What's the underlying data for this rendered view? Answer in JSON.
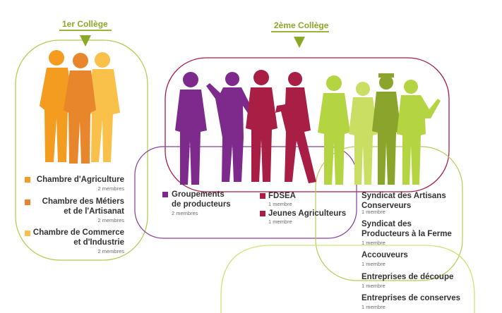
{
  "colleges": [
    {
      "label": "1er Collège"
    },
    {
      "label": "2ème Collège"
    }
  ],
  "colors": {
    "college_accent": "#9ab43a",
    "orange_light": "#f9b233",
    "orange_mid": "#e7862b",
    "orange_dark": "#f39c1f",
    "purple": "#7d2a8c",
    "crimson": "#a81e45",
    "lime": "#b5d441",
    "olive": "#8ba52c"
  },
  "college1_members": [
    {
      "name": "Chambre d'Agriculture",
      "count": "2 membres",
      "color": "#f39c1f"
    },
    {
      "name": "Chambre des Métiers\net de l'Artisanat",
      "count": "2 membres",
      "color": "#e7862b"
    },
    {
      "name": "Chambre de Commerce\net d'Industrie",
      "count": "2 membres",
      "color": "#f9c04a"
    }
  ],
  "college2_members": [
    {
      "name": "Groupements\nde producteurs",
      "count": "2 membres",
      "color": "#7d2a8c"
    },
    {
      "name": "FDSEA",
      "count": "1 membre",
      "color": "#a81e45"
    },
    {
      "name": "Jeunes Agriculteurs",
      "count": "1 membre",
      "color": "#a81e45"
    }
  ],
  "college2_others": [
    {
      "name": "Syndicat des Artisans\nConserveurs",
      "count": "1 membre"
    },
    {
      "name": "Syndicat des\nProducteurs à la Ferme",
      "count": "1 membre"
    },
    {
      "name": "Accouveurs",
      "count": "1 membre"
    },
    {
      "name": "Entreprises de découpe",
      "count": "1 membre"
    },
    {
      "name": "Entreprises de conserves",
      "count": "1 membre"
    }
  ]
}
